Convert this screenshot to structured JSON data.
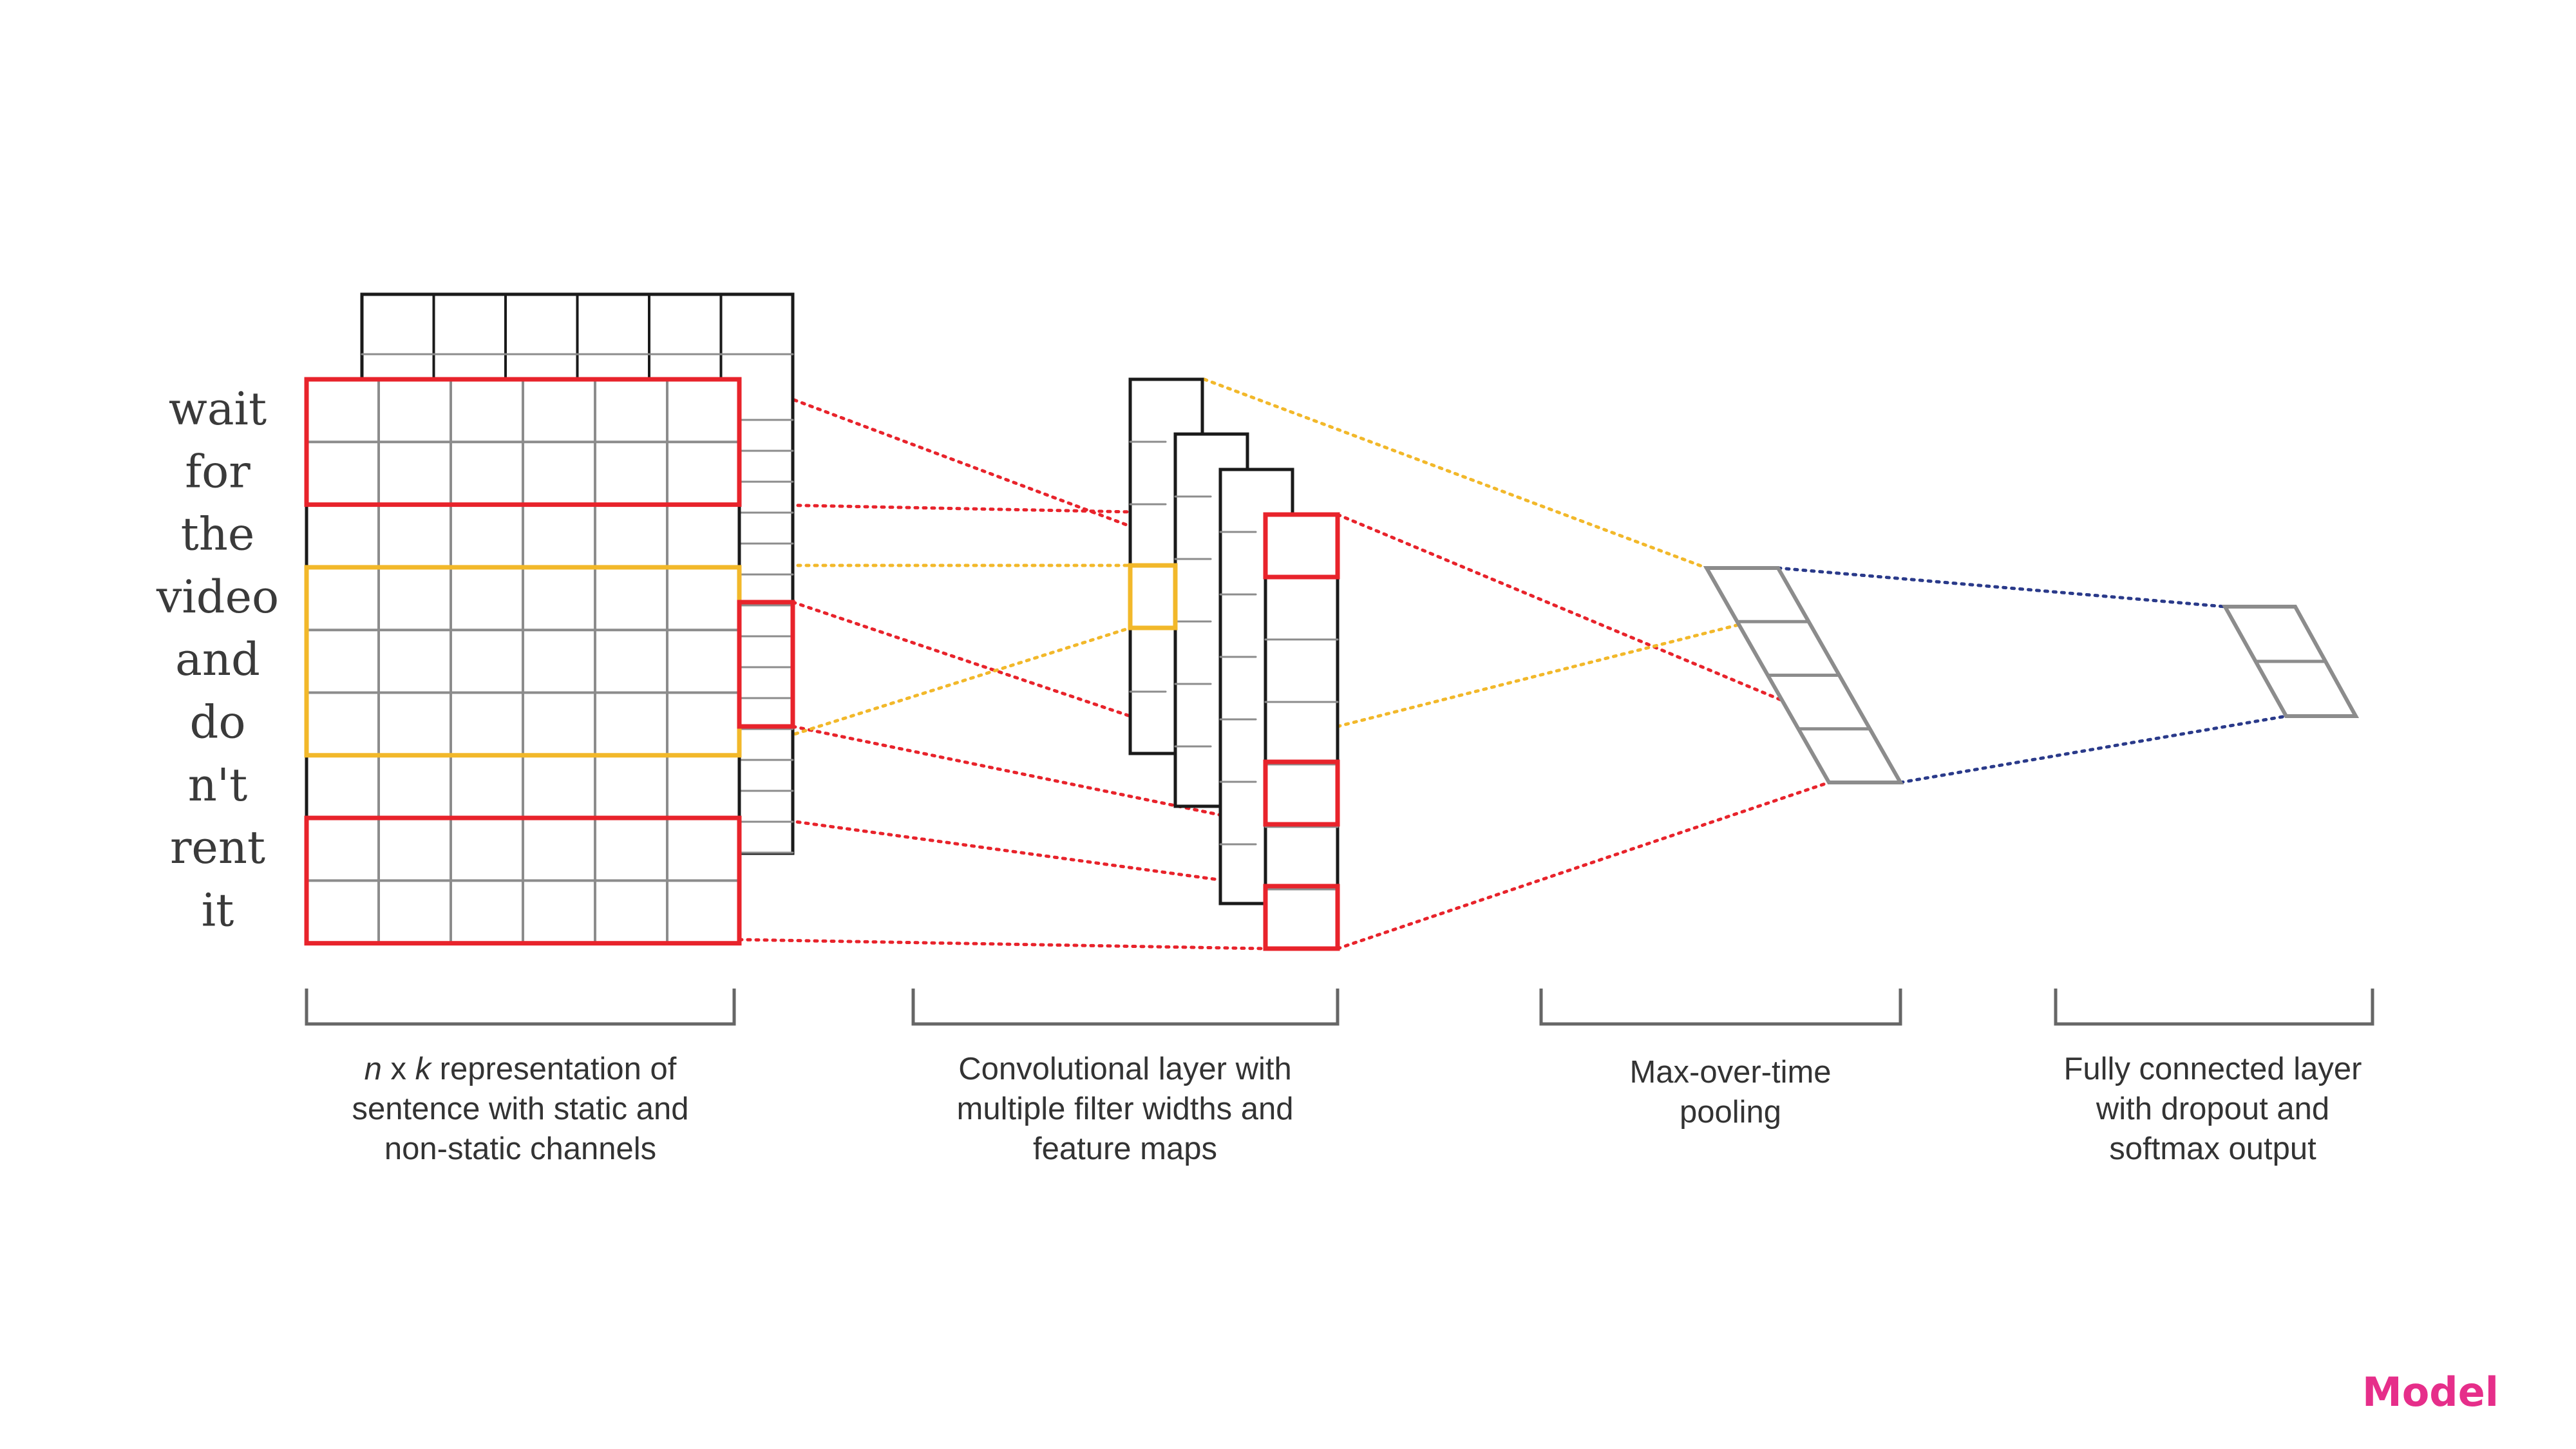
{
  "sentence_words": [
    "wait",
    "for",
    "the",
    "video",
    "and",
    "do",
    "n't",
    "rent",
    "it"
  ],
  "captions": [
    {
      "lines": [
        [
          {
            "text": "n",
            "italic": true
          },
          {
            "text": " x ",
            "italic": false
          },
          {
            "text": "k",
            "italic": true
          },
          {
            "text": " representation of",
            "italic": false
          }
        ],
        [
          {
            "text": "sentence with static and",
            "italic": false
          }
        ],
        [
          {
            "text": "non-static channels",
            "italic": false
          }
        ]
      ]
    },
    {
      "lines": [
        [
          {
            "text": "Convolutional layer with",
            "italic": false
          }
        ],
        [
          {
            "text": "multiple filter widths and",
            "italic": false
          }
        ],
        [
          {
            "text": "feature maps",
            "italic": false
          }
        ]
      ]
    },
    {
      "lines": [
        [
          {
            "text": "Max-over-time",
            "italic": false
          }
        ],
        [
          {
            "text": "pooling",
            "italic": false
          }
        ]
      ]
    },
    {
      "lines": [
        [
          {
            "text": "Fully connected layer",
            "italic": false
          }
        ],
        [
          {
            "text": "with dropout and",
            "italic": false
          }
        ],
        [
          {
            "text": "softmax output",
            "italic": false
          }
        ]
      ]
    }
  ],
  "brand": "Model",
  "colors": {
    "grid_black": "#1a1a1a",
    "grid_gray": "#8c8c8c",
    "filter_red": "#e8232b",
    "filter_yellow": "#f2b82a",
    "link_blue": "#2a3a8a",
    "brand_pink": "#e62e8a"
  }
}
